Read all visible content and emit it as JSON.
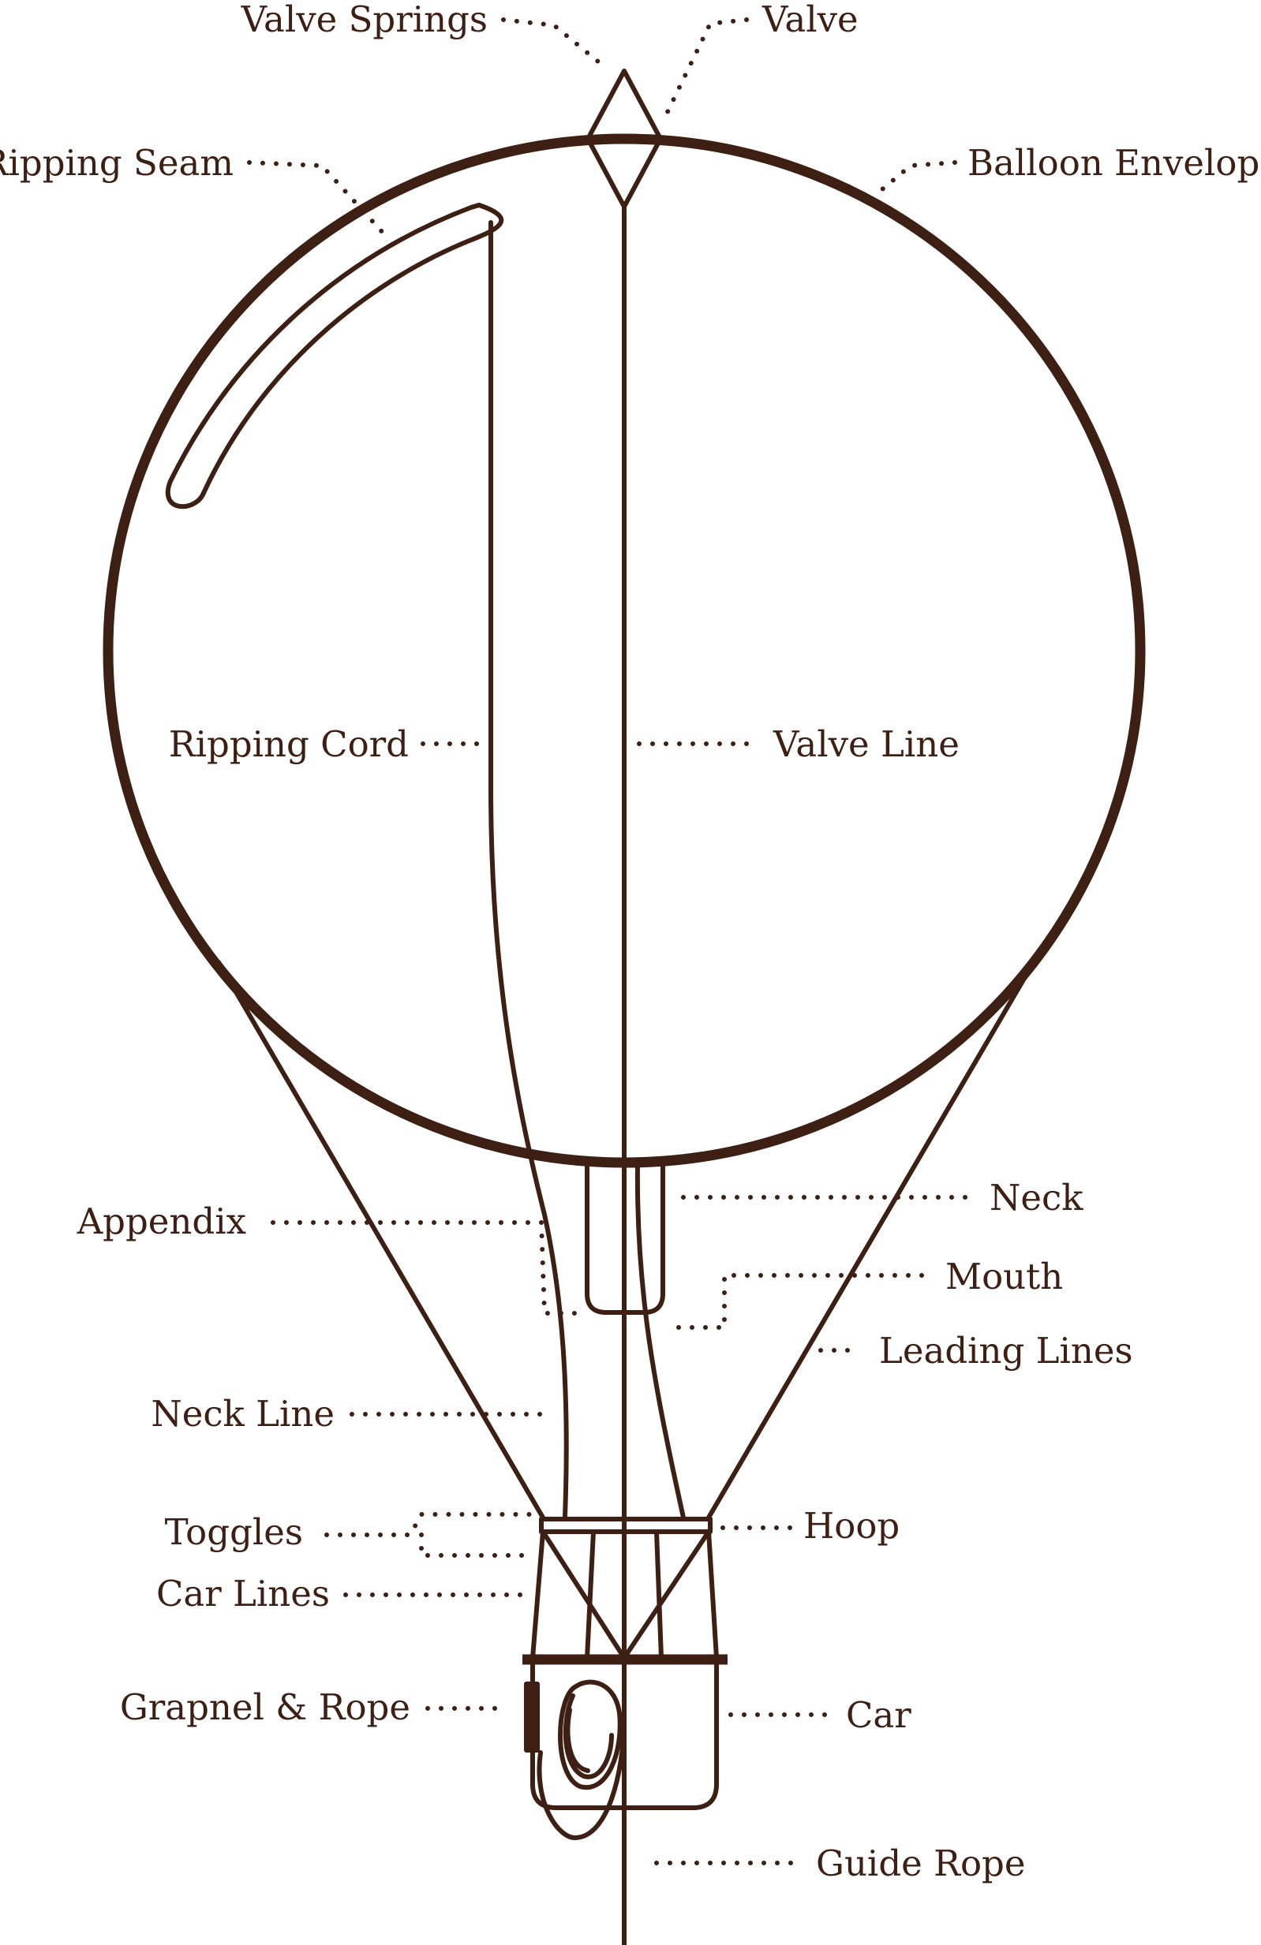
{
  "colors": {
    "ink": "#3d1f13",
    "background": "#ffffff"
  },
  "labels": {
    "valve_springs": "Valve Springs",
    "valve": "Valve",
    "ripping_seam": "Ripping Seam",
    "balloon_envelope": "Balloon Envelope",
    "ripping_cord": "Ripping Cord",
    "valve_line": "Valve Line",
    "appendix": "Appendix",
    "neck": "Neck",
    "mouth": "Mouth",
    "leading_lines": "Leading Lines",
    "neck_line": "Neck Line",
    "toggles": "Toggles",
    "hoop": "Hoop",
    "car_lines": "Car Lines",
    "grapnel_rope": "Grapnel & Rope",
    "car": "Car",
    "guide_rope": "Guide Rope"
  }
}
